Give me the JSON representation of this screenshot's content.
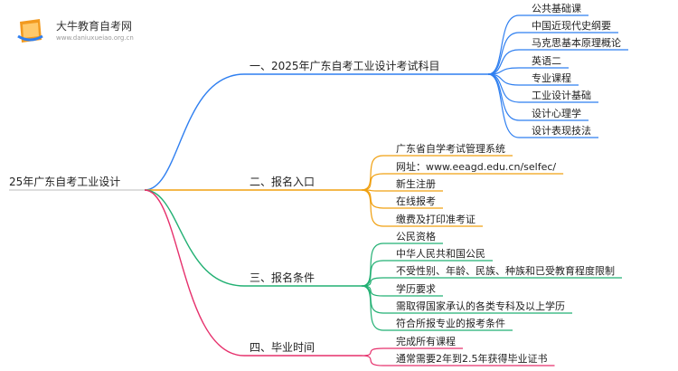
{
  "logo": {
    "title": "大牛教育自考网",
    "subtitle": "www.daniuxueiao.org.cn"
  },
  "root": "25年广东自考工业设计",
  "branches": [
    {
      "label": "一、2025年广东自考工业设计考试科目",
      "color": "#2f7ff0",
      "children": [
        "公共基础课",
        "中国近现代史纲要",
        "马克思基本原理概论",
        "英语二",
        "专业课程",
        "工业设计基础",
        "设计心理学",
        "设计表现技法"
      ]
    },
    {
      "label": "二、报名入口",
      "color": "#f0a010",
      "children": [
        "广东省自学考试管理系统",
        "网址：www.eeagd.edu.cn/selfec/",
        "新生注册",
        "在线报考",
        "缴费及打印准考证"
      ]
    },
    {
      "label": "三、报名条件",
      "color": "#22b073",
      "children": [
        "公民资格",
        "中华人民共和国公民",
        "不受性别、年龄、民族、种族和已受教育程度限制",
        "学历要求",
        "需取得国家承认的各类专科及以上学历",
        "符合所报专业的报考条件"
      ]
    },
    {
      "label": "四、毕业时间",
      "color": "#e6306c",
      "children": [
        "完成所有课程",
        "通常需要2年到2.5年获得毕业证书"
      ]
    }
  ]
}
